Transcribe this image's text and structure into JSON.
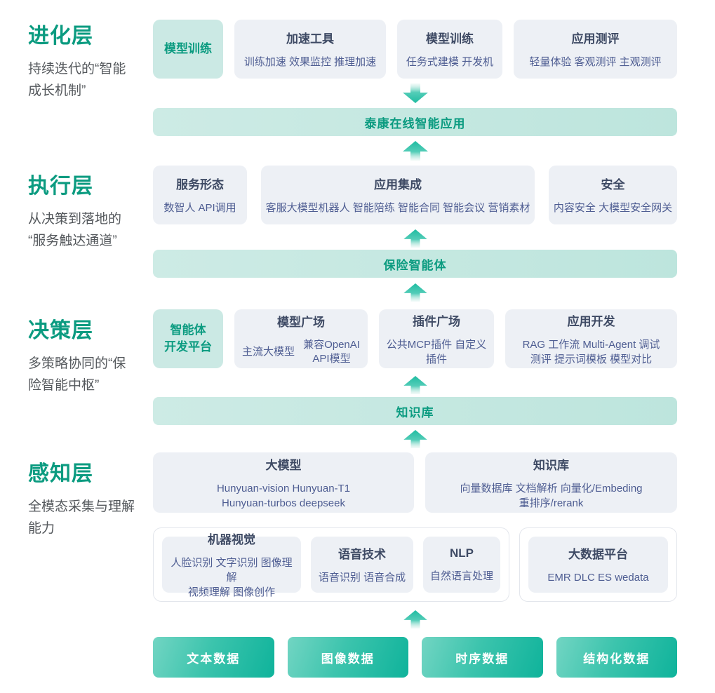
{
  "palette": {
    "accent_green": "#0b9b80",
    "card_bg": "#edf0f5",
    "card_title_color": "#3e4a64",
    "card_sub_color": "#4e5d92",
    "highlight_card_bg": "#cbe9e4",
    "banner_bg": "#c5e8e1",
    "arrow_teal": "#1fbca1",
    "button_gradient": [
      "#72d5c3",
      "#0fb39b"
    ]
  },
  "sections": [
    {
      "title": "进化层",
      "description": "持续迭代的“智能\n成长机制”",
      "cards": [
        {
          "title": "模型训练",
          "highlight": true
        },
        {
          "title": "加速工具",
          "sub": "训练加速 效果监控 推理加速"
        },
        {
          "title": "模型训练",
          "sub": "任务式建模 开发机"
        },
        {
          "title": "应用测评",
          "sub": "轻量体验 客观测评 主观测评"
        }
      ]
    },
    {
      "title": "执行层",
      "description": "从决策到落地的\n“服务触达通道”",
      "cards": [
        {
          "title": "服务形态",
          "sub": "数智人  API调用"
        },
        {
          "title": "应用集成",
          "sub": "客服大模型机器人 智能陪练 智能合同 智能会议 营销素材"
        },
        {
          "title": "安全",
          "sub": "内容安全 大模型安全网关"
        }
      ]
    },
    {
      "title": "决策层",
      "description": "多策略协同的“保\n险智能中枢”",
      "cards": [
        {
          "title": "智能体\n开发平台",
          "highlight": true
        },
        {
          "title": "模型广场",
          "sub_items": [
            "主流大模型",
            "兼容OpenAI\nAPI模型"
          ]
        },
        {
          "title": "插件广场",
          "sub": "公共MCP插件 自定义插件"
        },
        {
          "title": "应用开发",
          "sub": "RAG 工作流 Multi-Agent 调试\n测评 提示词模板 模型对比"
        }
      ]
    },
    {
      "title": "感知层",
      "description": "全模态采集与理解\n能力",
      "top_cards": [
        {
          "title": "大模型",
          "sub": "Hunyuan-vision Hunyuan-T1\nHunyuan-turbos deepseek"
        },
        {
          "title": "知识库",
          "sub": "向量数据库  文档解析 向量化/Embeding\n重排序/rerank"
        }
      ],
      "group_a": [
        {
          "title": "机器视觉",
          "sub": "人脸识别 文字识别 图像理解\n视频理解 图像创作"
        },
        {
          "title": "语音技术",
          "sub": "语音识别 语音合成"
        },
        {
          "title": "NLP",
          "sub": "自然语言处理"
        }
      ],
      "group_b": [
        {
          "title": "大数据平台",
          "sub": "EMR DLC ES wedata"
        }
      ]
    }
  ],
  "banners": [
    {
      "label": "泰康在线智能应用"
    },
    {
      "label": "保险智能体"
    },
    {
      "label": "知识库"
    }
  ],
  "data_sources": [
    {
      "label": "文本数据"
    },
    {
      "label": "图像数据"
    },
    {
      "label": "时序数据"
    },
    {
      "label": "结构化数据"
    }
  ]
}
